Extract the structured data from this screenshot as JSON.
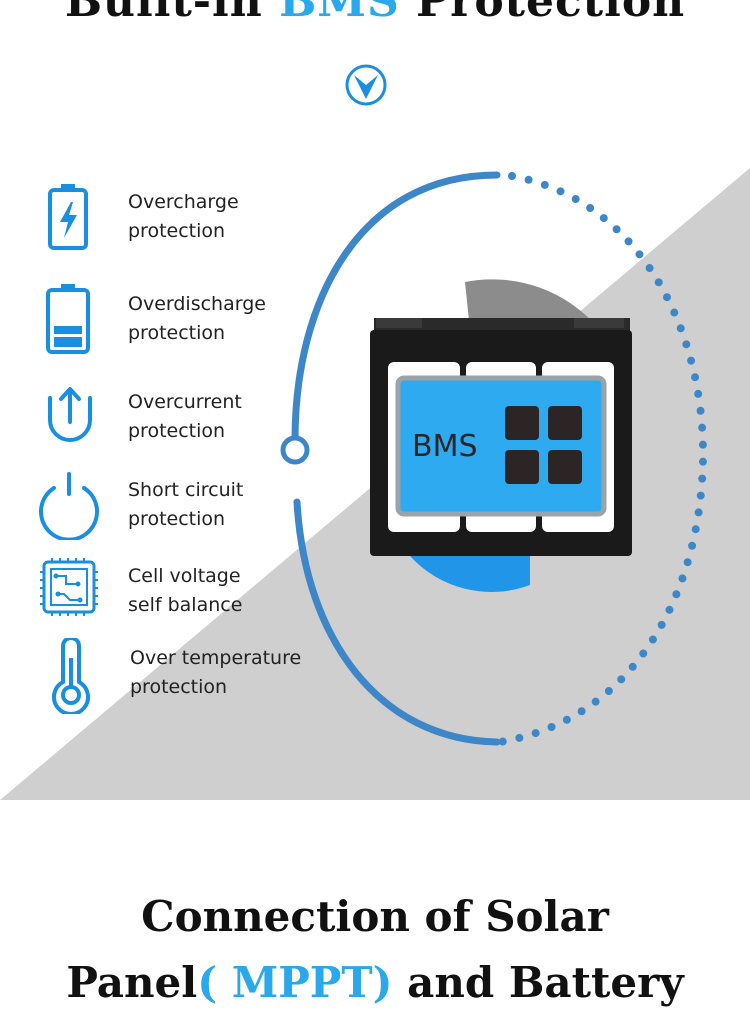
{
  "header": {
    "title_pre": "Built-in ",
    "title_accent": "BMS",
    "title_post": " Protection"
  },
  "features": [
    {
      "icon": "battery-charging-icon",
      "line1": "Overcharge",
      "line2": "protection"
    },
    {
      "icon": "battery-low-icon",
      "line1": "Overdischarge",
      "line2": "protection"
    },
    {
      "icon": "current-arrow-icon",
      "line1": "Overcurrent",
      "line2": "protection"
    },
    {
      "icon": "power-icon",
      "line1": "Short circuit",
      "line2": "protection"
    },
    {
      "icon": "chip-icon",
      "line1": "Cell voltage",
      "line2": "self balance"
    },
    {
      "icon": "thermometer-icon",
      "line1": "Over temperature",
      "line2": "protection"
    }
  ],
  "bms_board": {
    "label": "BMS"
  },
  "section2": {
    "line1": "Connection of Solar",
    "line2_pre": "Panel",
    "line2_accent": "( MPPT)",
    "line2_post": " and Battery"
  },
  "colors": {
    "accent": "#29a8ec",
    "icon_blue": "#1a8fe0",
    "arc_blue": "#3d86c8",
    "gray": "#cfcfcf",
    "battery_black": "#1a1a1a",
    "board_blue": "#2eaaf0"
  }
}
